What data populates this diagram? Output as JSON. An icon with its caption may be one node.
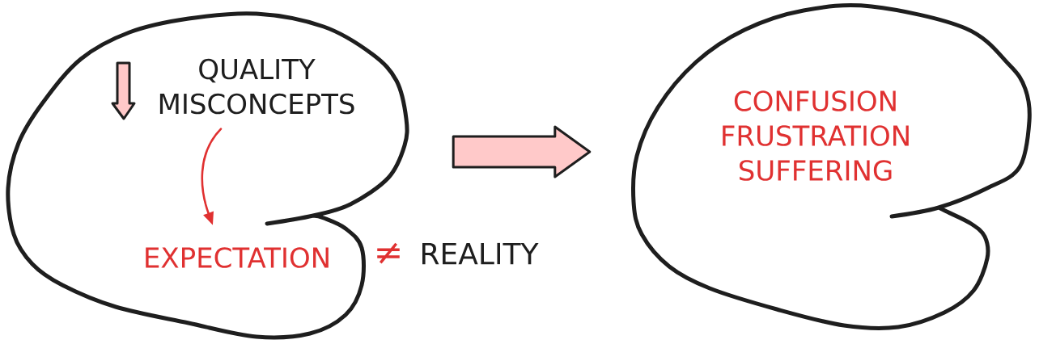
{
  "diagram": {
    "nodes": [
      {
        "text": [],
        "shape": "blob"
      },
      {
        "text": [
          "QUALITY MISCONCEPTS"
        ],
        "in": 0
      },
      {
        "text": [
          "EXPECTATION"
        ],
        "in": 0
      },
      {
        "text": [
          "CONFUSION FRUSTRATION SUFFERING"
        ]
      }
    ],
    "edges": [
      {
        "from": 1,
        "to": 2,
        "arrow": "to",
        "color": "#e03131"
      },
      {
        "from": 0,
        "to": 3,
        "arrow": "to",
        "style": "thick",
        "color": "#ffc9c9"
      }
    ],
    "labels": [
      "≠",
      "REALITY"
    ]
  }
}
